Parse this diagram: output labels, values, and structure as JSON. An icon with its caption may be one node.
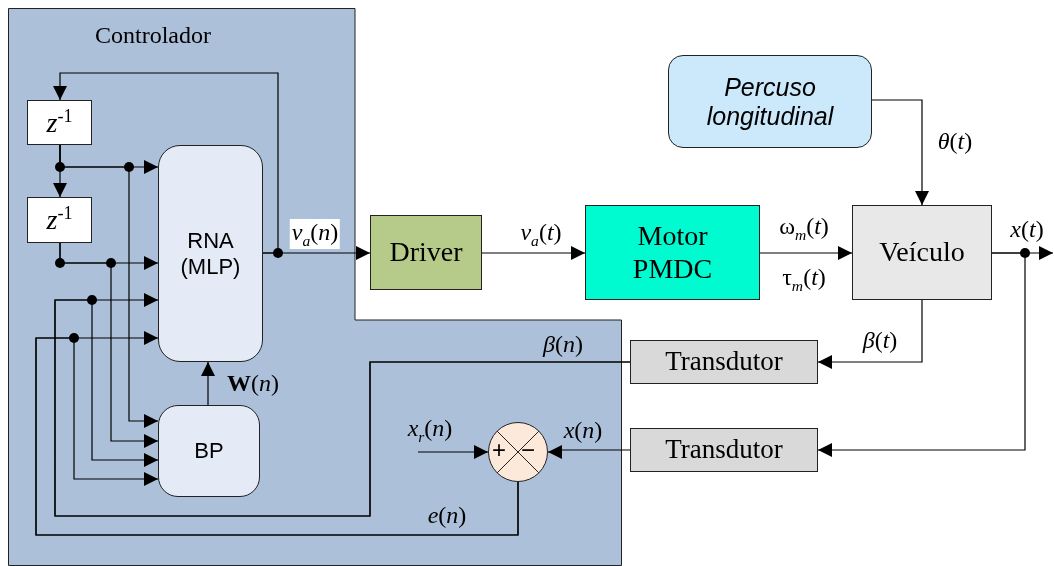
{
  "diagram": {
    "nodes": [
      {
        "text": [
          "Controlador"
        ]
      },
      {
        "text": [
          "*z*$^{-1}$"
        ],
        "in": 0
      },
      {
        "text": [
          "*z*$^{-1}$"
        ],
        "in": 0
      },
      {
        "text": [
          "RNA (MLP)"
        ],
        "in": 0
      },
      {
        "text": [
          "BP"
        ],
        "in": 0
      },
      {
        "text": [
          "+",
          "−"
        ],
        "in": 0
      },
      {
        "text": [
          "Driver"
        ]
      },
      {
        "text": [
          "Motor PMDC"
        ]
      },
      {
        "text": [
          "Veículo"
        ]
      },
      {
        "text": [
          "Percuso longitudinal"
        ]
      },
      {
        "text": [
          "Transdutor"
        ]
      },
      {
        "text": [
          "Transdutor"
        ]
      }
    ],
    "edges": [
      {
        "from": 3,
        "to": 1,
        "arrow": "to"
      },
      {
        "from": 1,
        "to": 2,
        "arrow": "to"
      },
      {
        "from": 1,
        "to": 3,
        "arrow": "to"
      },
      {
        "from": 1,
        "to": 4,
        "arrow": "to"
      },
      {
        "from": 2,
        "to": 3,
        "arrow": "to"
      },
      {
        "from": 2,
        "to": 4,
        "arrow": "to"
      },
      {
        "from": 10,
        "to": 3,
        "arrow": "to",
        "label": "*β*(*n*)"
      },
      {
        "from": 10,
        "to": 4,
        "arrow": "to"
      },
      {
        "from": 5,
        "to": 3,
        "arrow": "to",
        "label": "*e*(*n*)"
      },
      {
        "from": 5,
        "to": 4,
        "arrow": "to"
      },
      {
        "from": 4,
        "to": 3,
        "arrow": "to",
        "label": "**W**(*n*)"
      },
      {
        "from": 3,
        "to": 6,
        "arrow": "to",
        "label": "*v*$_{a}$(*n*)"
      },
      {
        "from": 6,
        "to": 7,
        "arrow": "to",
        "label": "*v*$_{a}$(*t*)"
      },
      {
        "from": 7,
        "to": 8,
        "arrow": "to",
        "label": "ω$_{m}$(*t*)"
      },
      {
        "from": 9,
        "to": 8,
        "arrow": "to",
        "label": "*θ*(*t*)"
      },
      {
        "from": 8,
        "to": null,
        "arrow": "to",
        "label": "*x*(*t*)"
      },
      {
        "from": 8,
        "to": 10,
        "arrow": "to",
        "label": "*β*(*t*)"
      },
      {
        "from": 8,
        "to": 11,
        "arrow": "to"
      },
      {
        "from": 11,
        "to": 5,
        "arrow": "to",
        "label": "*x*(*n*)"
      },
      {
        "from": null,
        "to": 5,
        "arrow": "to",
        "label": "*x*$_{r}$(*n*)"
      }
    ],
    "labels": [
      "τ$_{m}$(*t*)"
    ]
  }
}
